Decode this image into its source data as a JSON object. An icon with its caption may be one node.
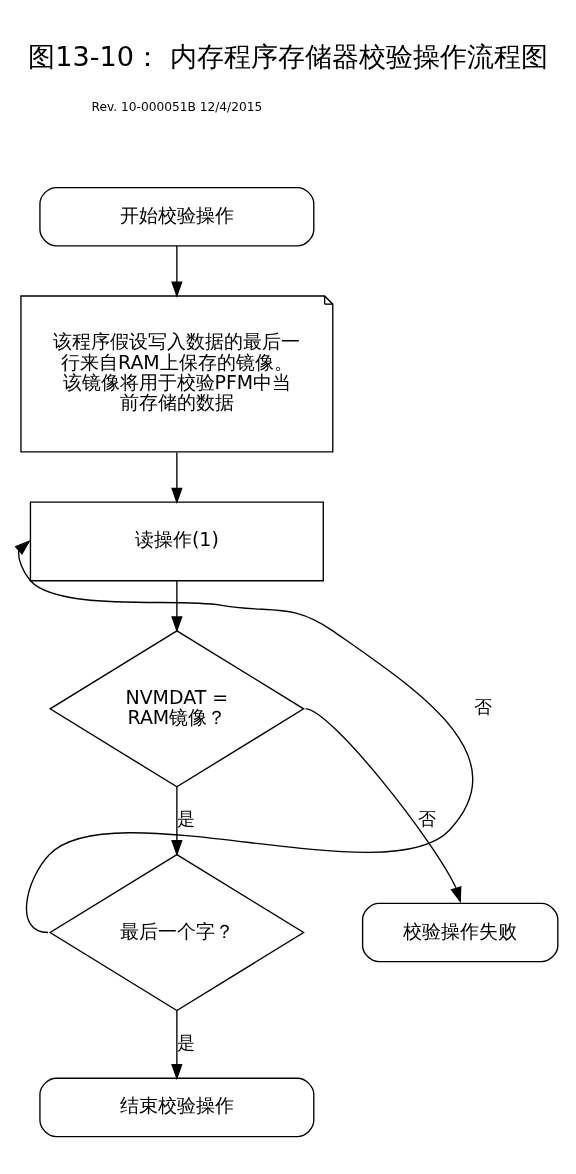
{
  "diagram": {
    "title": "图13-10： 内存程序存储器校验操作流程图",
    "nodes": [
      {
        "text": [
          "开始校验操作"
        ]
      },
      {
        "text": [
          "该程序假设写入数据的最后一行来自RAM上保存的镜像。该镜像将用于校验PFM中当前存储的数据"
        ]
      },
      {
        "text": [
          "读操作(1)"
        ]
      },
      {
        "text": [
          "NVMDAT = RAM镜像？"
        ]
      },
      {
        "text": [
          "校验操作失败"
        ]
      },
      {
        "text": [
          "最后一个字？"
        ]
      },
      {
        "text": [
          "结束校验操作"
        ]
      }
    ],
    "edges": [
      {
        "from": 0,
        "to": 1,
        "arrow": "to"
      },
      {
        "from": 1,
        "to": 2,
        "arrow": "to"
      },
      {
        "from": 2,
        "to": 3,
        "arrow": "to"
      },
      {
        "from": 3,
        "to": 4,
        "arrow": "to",
        "label": "否"
      },
      {
        "from": 3,
        "to": 5,
        "arrow": "to",
        "label": "是"
      },
      {
        "from": 5,
        "to": 2,
        "arrow": "to",
        "label": "否"
      },
      {
        "from": 5,
        "to": 6,
        "arrow": "to",
        "label": "是"
      }
    ],
    "labels": [
      "Rev. 10-000051B 12/4/2015"
    ]
  }
}
